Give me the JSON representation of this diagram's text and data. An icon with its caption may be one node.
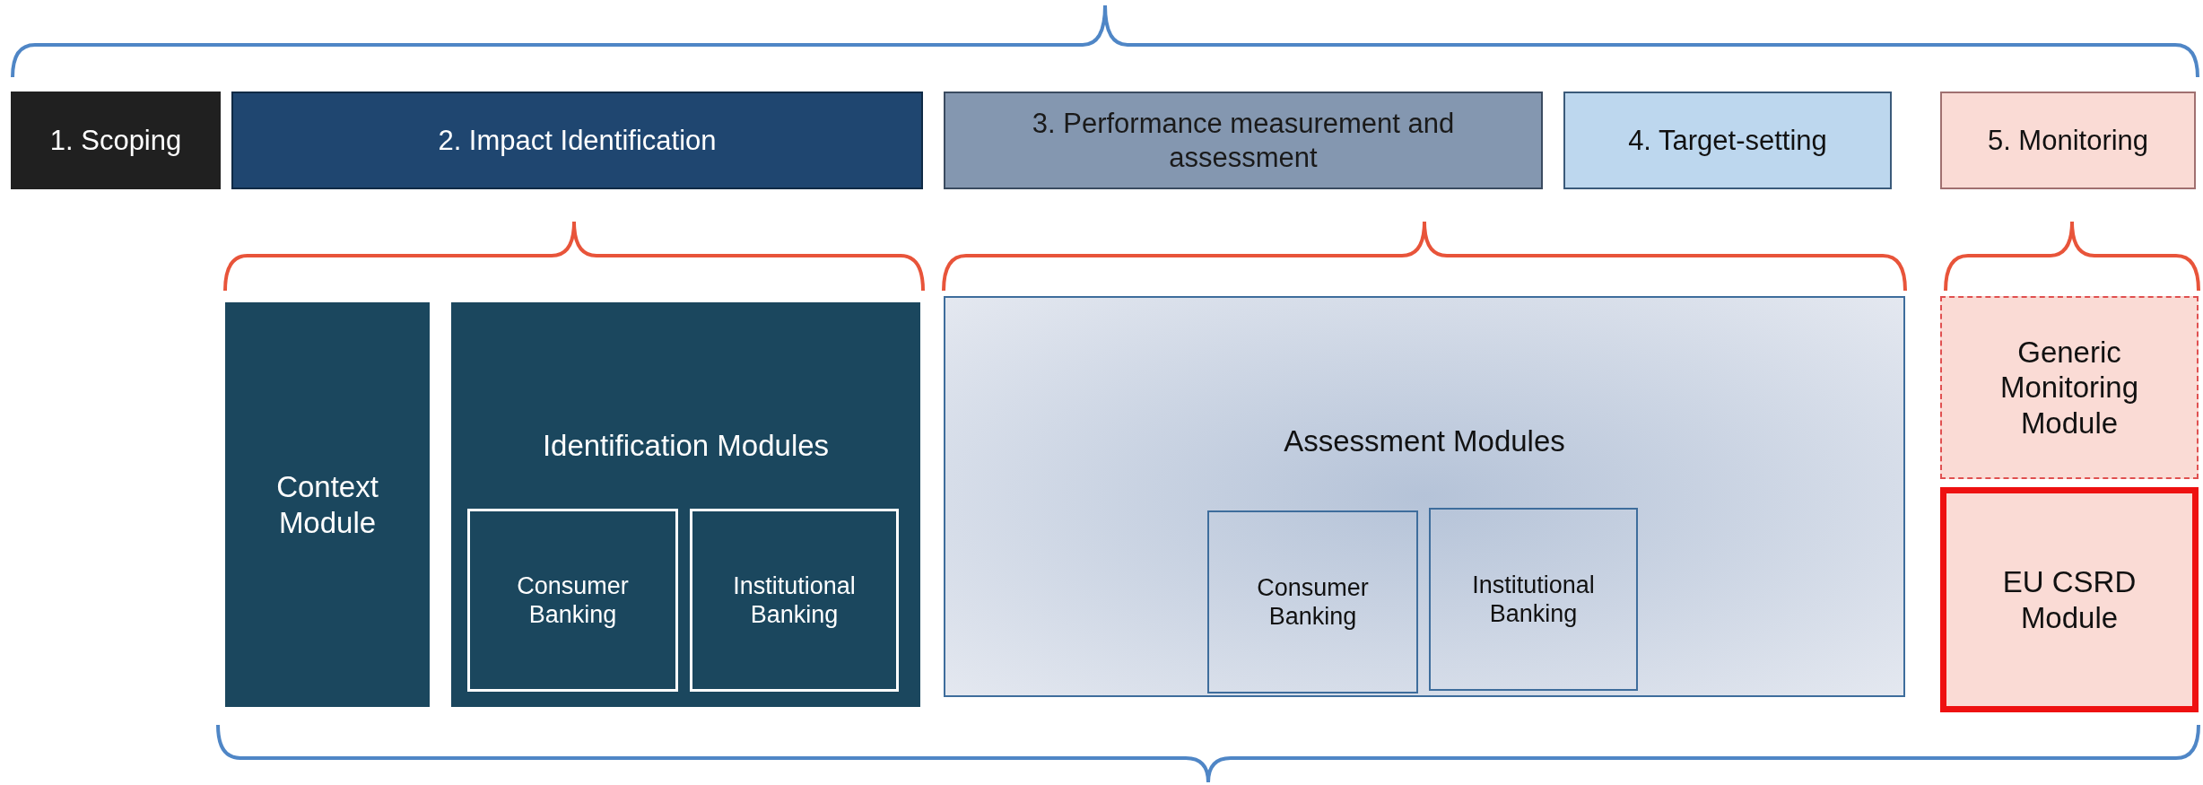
{
  "diagram": {
    "nodes": [
      {
        "text": [
          "1. Scoping"
        ]
      },
      {
        "text": [
          "2. Impact Identification"
        ]
      },
      {
        "text": [
          "3. Performance measurement and assessment"
        ]
      },
      {
        "text": [
          "4. Target-setting"
        ]
      },
      {
        "text": [
          "5. Monitoring"
        ]
      },
      {
        "text": [
          "Context Module"
        ]
      },
      {
        "text": [
          "Identification Modules"
        ]
      },
      {
        "text": [
          "Consumer Banking"
        ],
        "in": 6
      },
      {
        "text": [
          "Institutional Banking"
        ],
        "in": 6
      },
      {
        "text": [
          "Assessment Modules"
        ]
      },
      {
        "text": [
          "Consumer Banking"
        ],
        "in": 9
      },
      {
        "text": [
          "Institutional Banking"
        ],
        "in": 9
      },
      {
        "text": [
          "Generic Monitoring Module"
        ]
      },
      {
        "text": [
          "EU CSRD Module"
        ]
      }
    ]
  }
}
